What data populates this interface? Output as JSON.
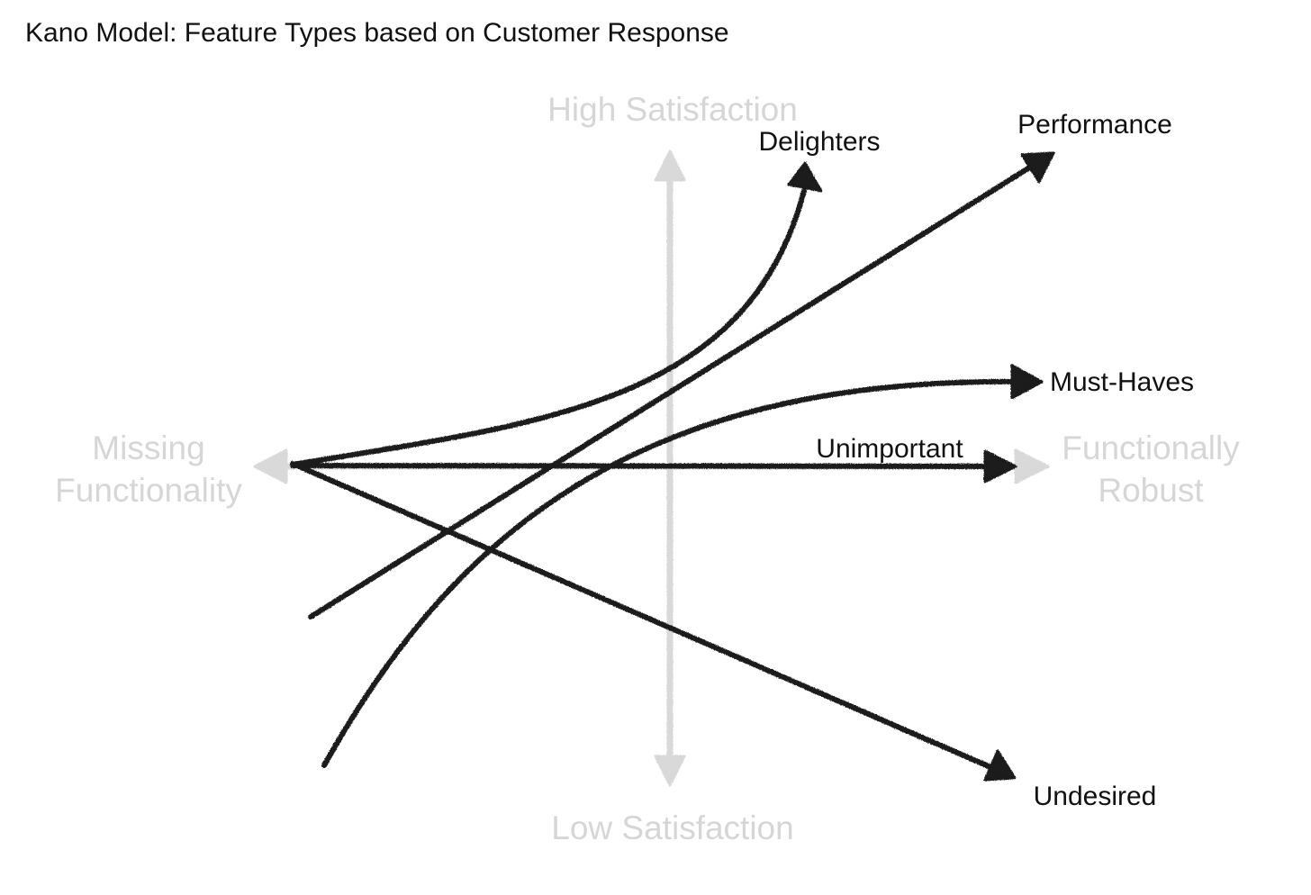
{
  "title": "Kano Model: Feature Types based on Customer Response",
  "axes": {
    "top": "High Satisfaction",
    "bottom": "Low Satisfaction",
    "left_line1": "Missing",
    "left_line2": "Functionality",
    "right_line1": "Functionally",
    "right_line2": "Robust"
  },
  "curves": {
    "delighters": "Delighters",
    "performance": "Performance",
    "must_haves": "Must-Haves",
    "unimportant": "Unimportant",
    "undesired": "Undesired"
  },
  "colors": {
    "axis": "#d9d9d9",
    "axis_text": "#d6d6d6",
    "curve": "#1a1a1a",
    "text": "#111111"
  }
}
